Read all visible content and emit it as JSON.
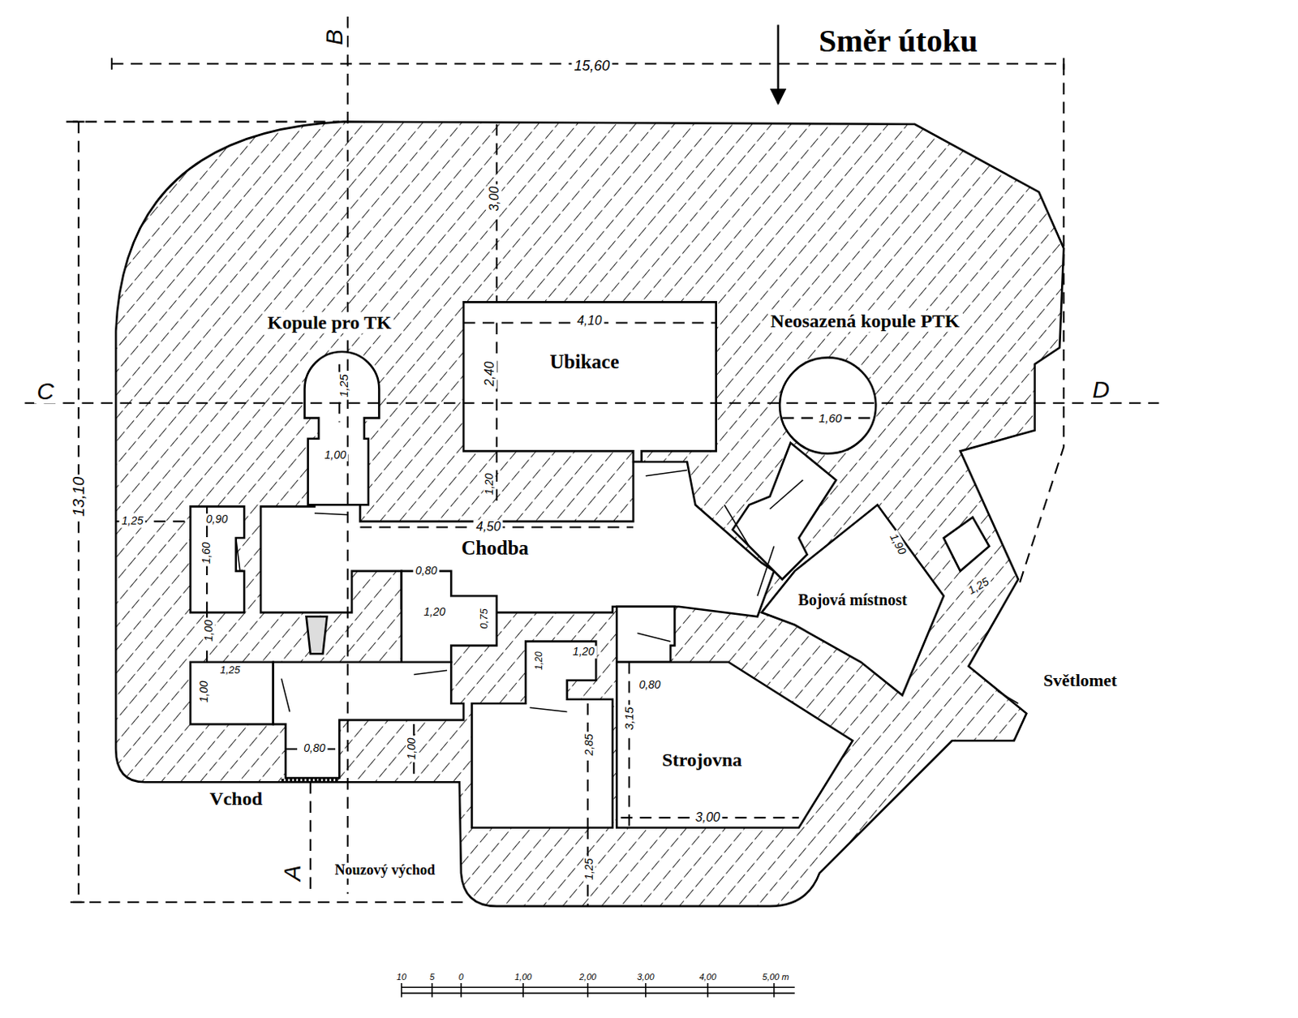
{
  "diagram": {
    "labels": [
      "Směr útoku",
      "15,60",
      "B",
      "3,00",
      "4,10",
      "Kopule pro TK",
      "Ubikace",
      "Neosazená kopule PTK",
      "1,25",
      "2,40",
      "C",
      "D",
      "1,60",
      "1,00",
      "1,20",
      "13,10",
      "1,25",
      "0,90",
      "4,50",
      "1,60",
      "Chodba",
      "0,80",
      "1,20",
      "0,75",
      "1,90",
      "1,25",
      "Bojová místnost",
      "1,00",
      "1,25",
      "1,00",
      "1,20",
      "1,20",
      "0,80",
      "3,15",
      "Světlomet",
      "Strojovna",
      "0,80",
      "1,00",
      "2,85",
      "Vchod",
      "3,00",
      "A",
      "Nouzový východ",
      "1,25",
      "10",
      "5",
      "0",
      "1,00",
      "2,00",
      "3,00",
      "4,00",
      "5,00 m"
    ]
  }
}
